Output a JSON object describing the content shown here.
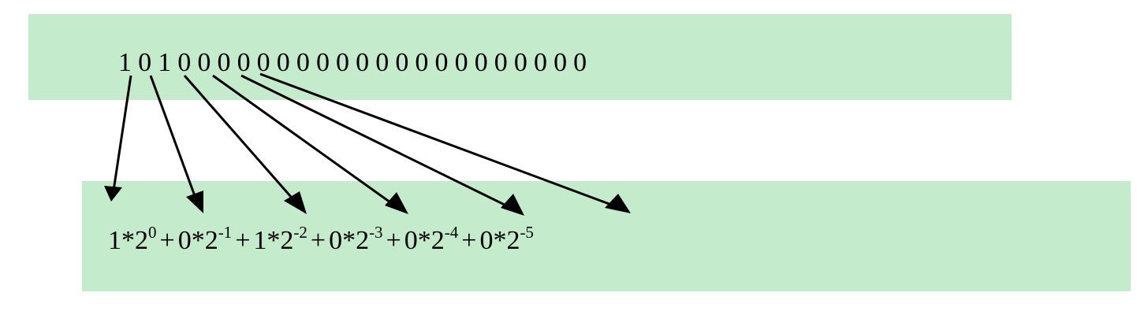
{
  "bits": [
    "1",
    "0",
    "1",
    "0",
    "0",
    "0",
    "0",
    "0",
    "0",
    "0",
    "0",
    "0",
    "0",
    "0",
    "0",
    "0",
    "0",
    "0",
    "0",
    "0",
    "0",
    "0",
    "0",
    "0"
  ],
  "expression": {
    "terms": [
      {
        "coef": "1",
        "mul": "*",
        "base": "2",
        "exp": "0"
      },
      {
        "coef": "0",
        "mul": "*",
        "base": "2",
        "exp": "-1"
      },
      {
        "coef": "1",
        "mul": "*",
        "base": "2",
        "exp": "-2"
      },
      {
        "coef": "0",
        "mul": "*",
        "base": "2",
        "exp": "-3"
      },
      {
        "coef": "0",
        "mul": "*",
        "base": "2",
        "exp": "-4"
      },
      {
        "coef": "0",
        "mul": "*",
        "base": "2",
        "exp": "-5"
      }
    ],
    "operator": "+"
  },
  "colors": {
    "band": "#c5ebcd",
    "ink": "#000000"
  }
}
